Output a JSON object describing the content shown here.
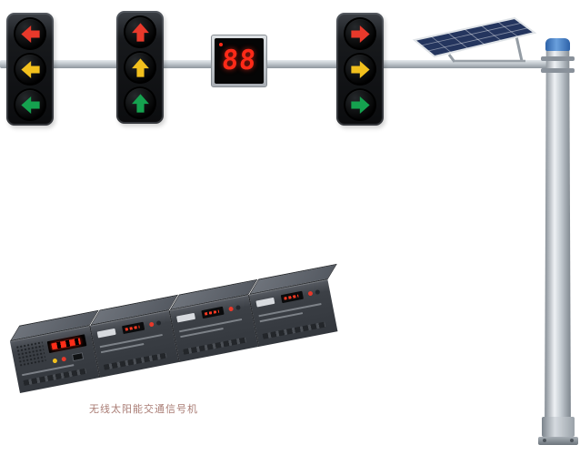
{
  "caption": "无线太阳能交通信号机",
  "countdown": {
    "digits": "88"
  },
  "colors": {
    "red": "#e8392b",
    "yellow": "#f2c01d",
    "green": "#15a24f",
    "led_red": "#ff2a18",
    "cap_blue": "#3a79c8",
    "solar_blue": "#24355e",
    "pole_gray": "#bcc3c9",
    "housing_black": "#131518",
    "box_gray": "#43474e"
  },
  "signal_heads": [
    {
      "name": "left-arrow-head",
      "arrow_direction": "left",
      "lights": [
        "red",
        "yellow",
        "green"
      ]
    },
    {
      "name": "up-arrow-head",
      "arrow_direction": "up",
      "lights": [
        "red",
        "yellow",
        "green"
      ]
    },
    {
      "name": "right-arrow-head",
      "arrow_direction": "right",
      "lights": [
        "red",
        "yellow",
        "green"
      ]
    }
  ],
  "solar_panel": {
    "present": true
  },
  "controller": {
    "unit_count": 4
  }
}
